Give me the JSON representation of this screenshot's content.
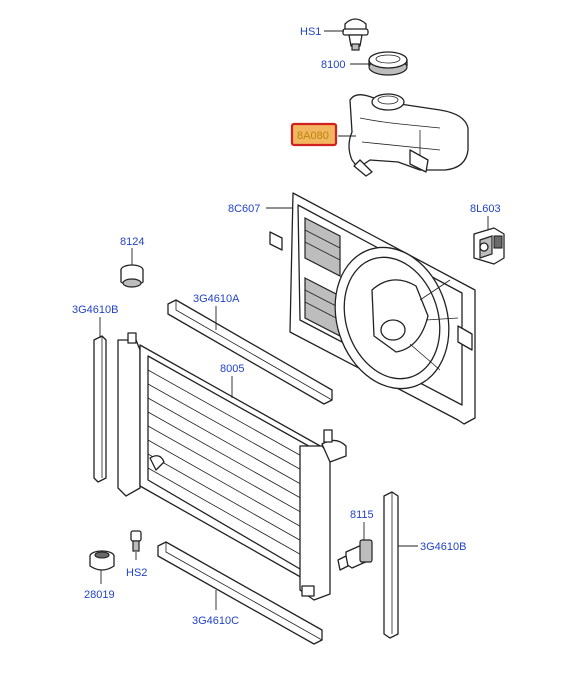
{
  "colors": {
    "label": "#2243c8",
    "highlight_fill": "#f2b661",
    "highlight_border": "#d0201f",
    "line": "#222222"
  },
  "parts": {
    "hs1": "HS1",
    "p8100": "8100",
    "p8a080": "8A080",
    "p8c607": "8C607",
    "p8l603": "8L603",
    "p8124": "8124",
    "p3g4610b_left": "3G4610B",
    "p3g4610a": "3G4610A",
    "p8005": "8005",
    "p8115": "8115",
    "p3g4610b_right": "3G4610B",
    "hs2": "HS2",
    "p28019": "28019",
    "p3g4610c": "3G4610C"
  },
  "highlighted_part": "8A080"
}
